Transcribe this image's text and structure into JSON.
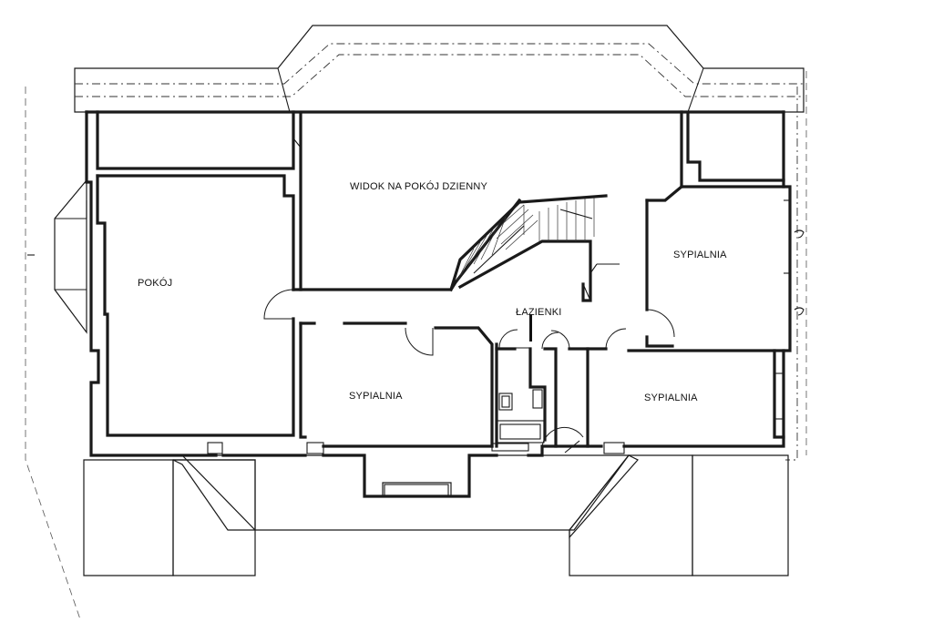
{
  "rooms": {
    "living_view": "WIDOK NA POKÓJ DZIENNY",
    "room_left": "POKÓJ",
    "bedroom_right_top": "SYPIALNIA",
    "bathrooms": "ŁAZIENKI",
    "bedroom_center": "SYPIALNIA",
    "bedroom_right_bottom": "SYPIALNIA"
  }
}
